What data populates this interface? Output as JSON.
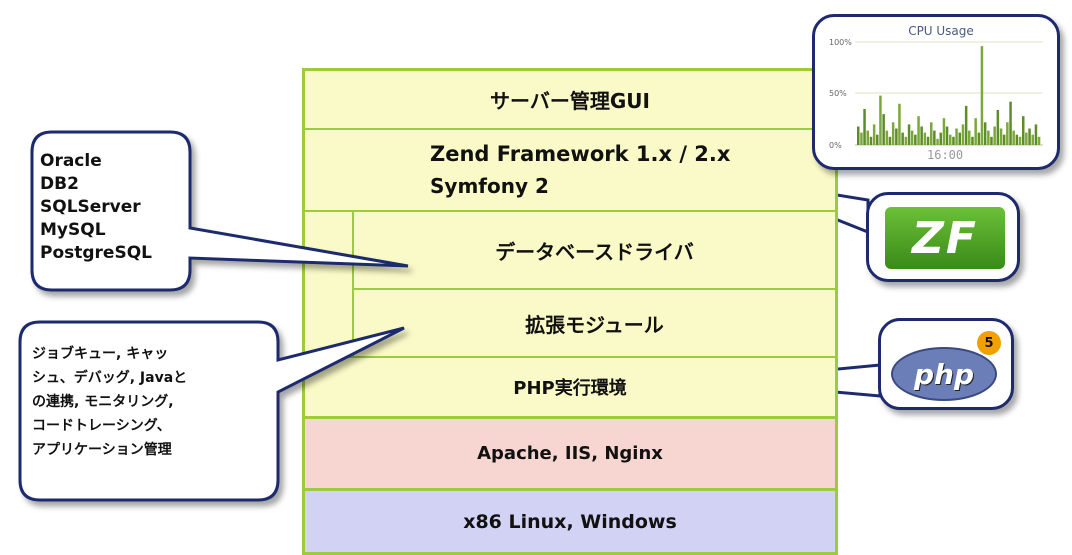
{
  "stack": {
    "layers": [
      {
        "label": "サーバー管理GUI"
      },
      {
        "label_line1": "Zend Framework 1.x / 2.x",
        "label_line2": "Symfony 2"
      },
      {
        "label": "データベースドライバ"
      },
      {
        "label": "拡張モジュール"
      },
      {
        "label": "PHP実行環境"
      },
      {
        "label": "Apache, IIS,  Nginx"
      },
      {
        "label": "x86 Linux,  Windows"
      }
    ],
    "colors": {
      "yellow": "#fafac8",
      "pink": "#f7d6d2",
      "lavender": "#d2d2f5",
      "border": "#9ccc3c"
    }
  },
  "callouts": {
    "databases": {
      "lines": [
        "Oracle",
        "DB2",
        "SQLServer",
        "MySQL",
        "PostgreSQL"
      ]
    },
    "extensions": {
      "lines": [
        "ジョブキュー, キャッ",
        "シュ、デバッグ, Javaと",
        "の連携,  モニタリング,",
        "コードトレーシング、",
        "アプリケーション管理"
      ]
    }
  },
  "cpu_chart": {
    "title": "CPU Usage",
    "yticks": [
      "100%",
      "50%",
      "0%"
    ],
    "xlabel": "16:00",
    "chart_data": {
      "type": "bar",
      "title": "CPU Usage",
      "xlabel": "",
      "ylabel": "",
      "ylim": [
        0,
        100
      ],
      "values": [
        18,
        12,
        35,
        14,
        8,
        20,
        10,
        48,
        30,
        14,
        8,
        22,
        16,
        40,
        12,
        8,
        20,
        14,
        10,
        28,
        18,
        12,
        8,
        22,
        14,
        6,
        12,
        26,
        18,
        10,
        8,
        16,
        12,
        20,
        38,
        14,
        8,
        26,
        12,
        96,
        22,
        14,
        8,
        18,
        34,
        16,
        10,
        22,
        42,
        14,
        10,
        8,
        28,
        12,
        16,
        10,
        20,
        8
      ]
    }
  },
  "logos": {
    "zend": {
      "text": "ZF",
      "color": "#4a9e24"
    },
    "php": {
      "text": "php",
      "badge": "5",
      "color": "#6c7eb7",
      "badge_color": "#f0a000"
    }
  }
}
